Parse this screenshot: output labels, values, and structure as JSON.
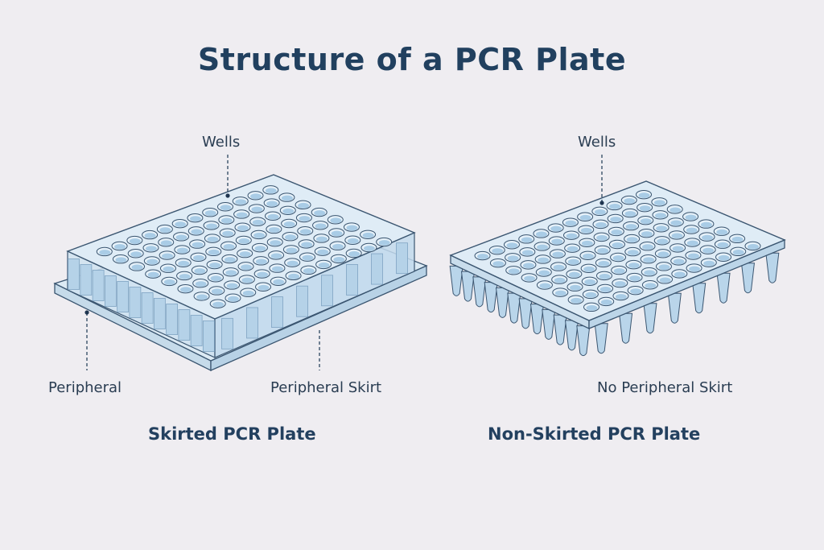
{
  "title": "Structure of a PCR Plate",
  "skirted": {
    "wells_label": "Wells",
    "peripheral_label": "Peripheral",
    "skirt_label": "Peripheral Skirt",
    "caption": "Skirted PCR Plate"
  },
  "non_skirted": {
    "wells_label": "Wells",
    "skirt_label": "No Peripheral Skirt",
    "caption": "Non-Skirted PCR Plate"
  },
  "plate_layout": {
    "columns": 12,
    "rows": 8
  },
  "colors": {
    "outline": "#3a5570",
    "fill": "#cfe2f0",
    "well": "#a9cce6",
    "leader": "#2c4660"
  }
}
